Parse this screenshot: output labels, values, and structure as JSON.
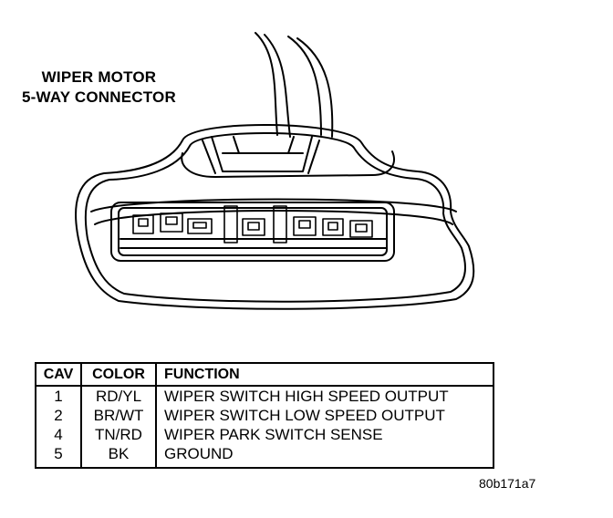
{
  "title": {
    "line1": "WIPER MOTOR",
    "line2": "5-WAY CONNECTOR"
  },
  "table": {
    "headers": {
      "cav": "CAV",
      "color": "COLOR",
      "function": "FUNCTION"
    },
    "rows": [
      {
        "cav": "1",
        "color": "RD/YL",
        "function": "WIPER SWITCH HIGH SPEED OUTPUT"
      },
      {
        "cav": "2",
        "color": "BR/WT",
        "function": "WIPER SWITCH LOW SPEED OUTPUT"
      },
      {
        "cav": "4",
        "color": "TN/RD",
        "function": "WIPER PARK SWITCH SENSE"
      },
      {
        "cav": "5",
        "color": "BK",
        "function": "GROUND"
      }
    ]
  },
  "figure_id": "80b171a7"
}
